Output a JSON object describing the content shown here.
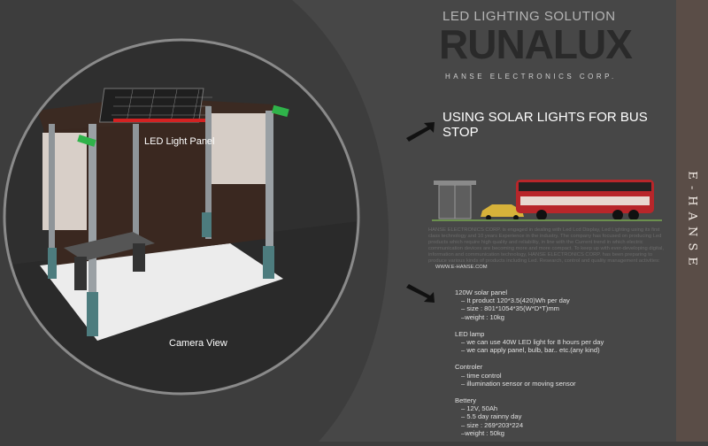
{
  "header": {
    "subtitle": "LED LIGHTING SOLUTION",
    "brand": "RUNALUX",
    "company": "HANSE ELECTRONICS CORP."
  },
  "headline": "USING SOLAR LIGHTS FOR BUS STOP",
  "side_label": "E-HANSE",
  "illustration": {
    "led_panel_label": "LED Light Panel",
    "camera_label": "Camera View"
  },
  "about": {
    "text": "HANSE ELECTRONICS CORP. is engaged in dealing with Led Lcd Display, Led Lighting using its first class technology and 10 years Experience in the industry. The company has focused on producing Led products which require high quality and reliability, in line with the Current trend in which electric communication devices are becoming more and more compact. To keep up with ever-developing digital, information and communication technology, HANSE ELECTRONICS CORP. has been preparing to produce various kinds of products including Led. Research, control and quality management activities:",
    "website": "WWW.E-HANSE.COM"
  },
  "specs": [
    {
      "title": "120W solar panel",
      "lines": [
        "– It product 120*3.5(420)Wh per day",
        "– size : 801*1054*35(W*D*T)mm",
        "–weight : 10kg"
      ]
    },
    {
      "title": "LED lamp",
      "lines": [
        "– we can use 40W LED light for 8 hours per day",
        "– we can apply panel, bulb, bar.. etc.(any kind)"
      ]
    },
    {
      "title": "Controler",
      "lines": [
        "– time control",
        "– illumination sensor or moving sensor"
      ]
    },
    {
      "title": "Bettery",
      "lines": [
        "– 12V, 50Ah",
        "– 5.5 day rainny day",
        "– size : 269*203*224",
        "–weight : 50kg"
      ]
    }
  ],
  "colors": {
    "background": "#3d3d3d",
    "side_strip": "#5a4d47",
    "bus_red": "#b8262a",
    "indicator_green": "#2fb34a"
  }
}
